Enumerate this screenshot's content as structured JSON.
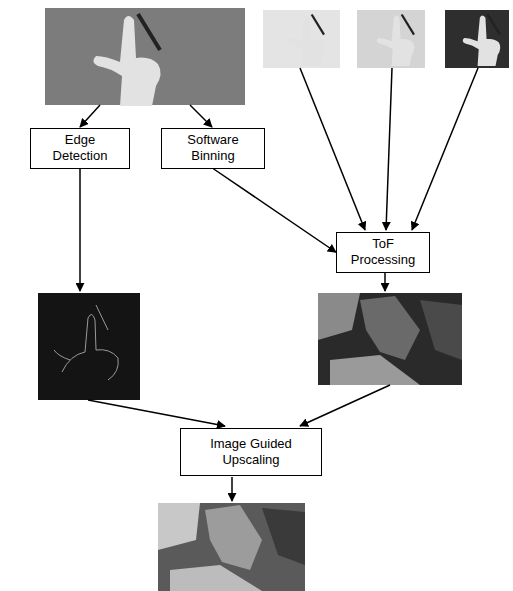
{
  "diagram": {
    "nodes": [
      {
        "text": [
          "Edge Detection"
        ]
      },
      {
        "text": [
          "Software Binning"
        ]
      },
      {
        "text": [
          "ToF Processing"
        ]
      },
      {
        "text": [
          "Image Guided Upscaling"
        ]
      }
    ],
    "edges": [
      {
        "from": 1,
        "to": 2,
        "arrow": "to"
      }
    ]
  }
}
